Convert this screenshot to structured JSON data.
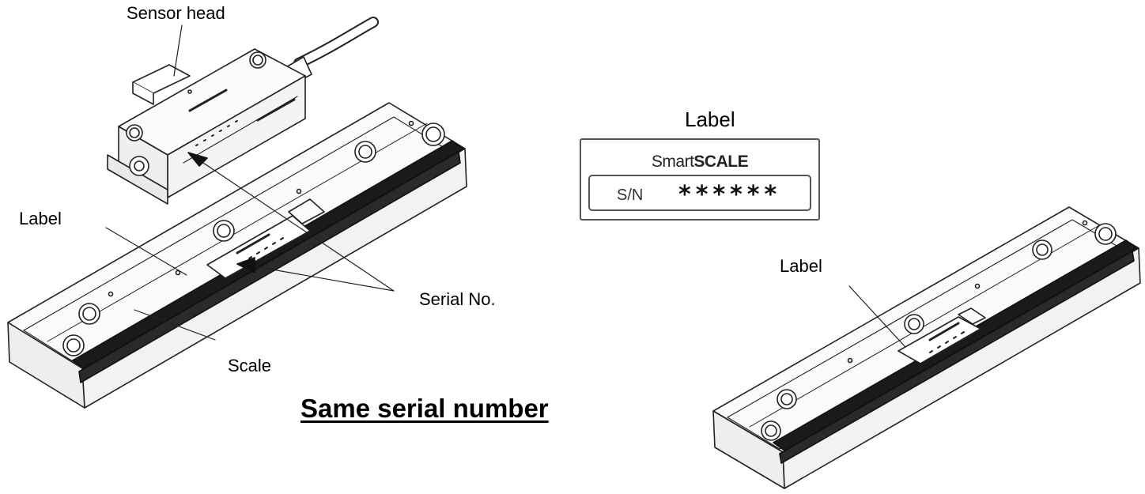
{
  "callouts": {
    "sensor_head": "Sensor head",
    "label_left": "Label",
    "serial_no": "Serial No.",
    "scale": "Scale",
    "label_right": "Label"
  },
  "label_detail": {
    "title": "Label",
    "brand_light": "Smart",
    "brand_bold": "SCALE",
    "sn_key": "S/N",
    "sn_value": "******"
  },
  "headline": "Same serial number",
  "colors": {
    "line": "#222222",
    "rail": "#1a1a1a",
    "background": "#ffffff"
  }
}
